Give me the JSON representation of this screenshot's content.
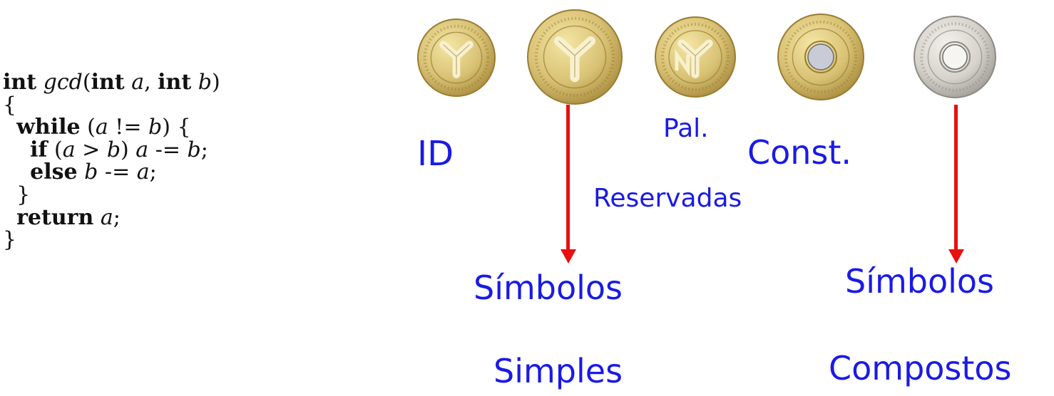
{
  "code": {
    "lines": [
      [
        {
          "t": "int",
          "k": "kw"
        },
        {
          "t": " "
        },
        {
          "t": "gcd",
          "k": "id"
        },
        {
          "t": "("
        },
        {
          "t": "int",
          "k": "kw"
        },
        {
          "t": " "
        },
        {
          "t": "a",
          "k": "id"
        },
        {
          "t": ", "
        },
        {
          "t": "int",
          "k": "kw"
        },
        {
          "t": " "
        },
        {
          "t": "b",
          "k": "id"
        },
        {
          "t": ")"
        }
      ],
      [
        {
          "t": "{"
        }
      ],
      [
        {
          "t": "  "
        },
        {
          "t": "while",
          "k": "kw"
        },
        {
          "t": " ("
        },
        {
          "t": "a",
          "k": "id"
        },
        {
          "t": " != "
        },
        {
          "t": "b",
          "k": "id"
        },
        {
          "t": ") {"
        }
      ],
      [
        {
          "t": "    "
        },
        {
          "t": "if",
          "k": "kw"
        },
        {
          "t": " ("
        },
        {
          "t": "a",
          "k": "id"
        },
        {
          "t": " > "
        },
        {
          "t": "b",
          "k": "id"
        },
        {
          "t": ") "
        },
        {
          "t": "a",
          "k": "id"
        },
        {
          "t": " -= "
        },
        {
          "t": "b",
          "k": "id"
        },
        {
          "t": ";"
        }
      ],
      [
        {
          "t": "    "
        },
        {
          "t": "else",
          "k": "kw"
        },
        {
          "t": " "
        },
        {
          "t": "b",
          "k": "id"
        },
        {
          "t": " -= "
        },
        {
          "t": "a",
          "k": "id"
        },
        {
          "t": ";"
        }
      ],
      [
        {
          "t": "  }"
        }
      ],
      [
        {
          "t": "  "
        },
        {
          "t": "return",
          "k": "kw"
        },
        {
          "t": " "
        },
        {
          "t": "a",
          "k": "id"
        },
        {
          "t": ";"
        }
      ],
      [
        {
          "t": "}"
        }
      ]
    ]
  },
  "labels": {
    "id": "ID",
    "pal": "Pal.",
    "reservadas": "Reservadas",
    "const": "Const.",
    "simbolos_simples_1": "Símbolos",
    "simbolos_simples_2": "Simples",
    "simbolos_compostos_1": "Símbolos",
    "simbolos_compostos_2": "Compostos"
  },
  "colors": {
    "label_text": "#1a1ae6",
    "arrow": "#e81010",
    "gold_coin": "#d8c174",
    "silver_coin": "#d6d3cc"
  },
  "coins": [
    {
      "name": "id-token-icon",
      "type": "gold-y"
    },
    {
      "name": "symbol-simple-token-icon",
      "type": "gold-y"
    },
    {
      "name": "reserved-word-token-icon",
      "type": "gold-ny"
    },
    {
      "name": "constant-token-icon",
      "type": "gold-hole"
    },
    {
      "name": "symbol-compound-token-icon",
      "type": "silver-hole"
    }
  ]
}
